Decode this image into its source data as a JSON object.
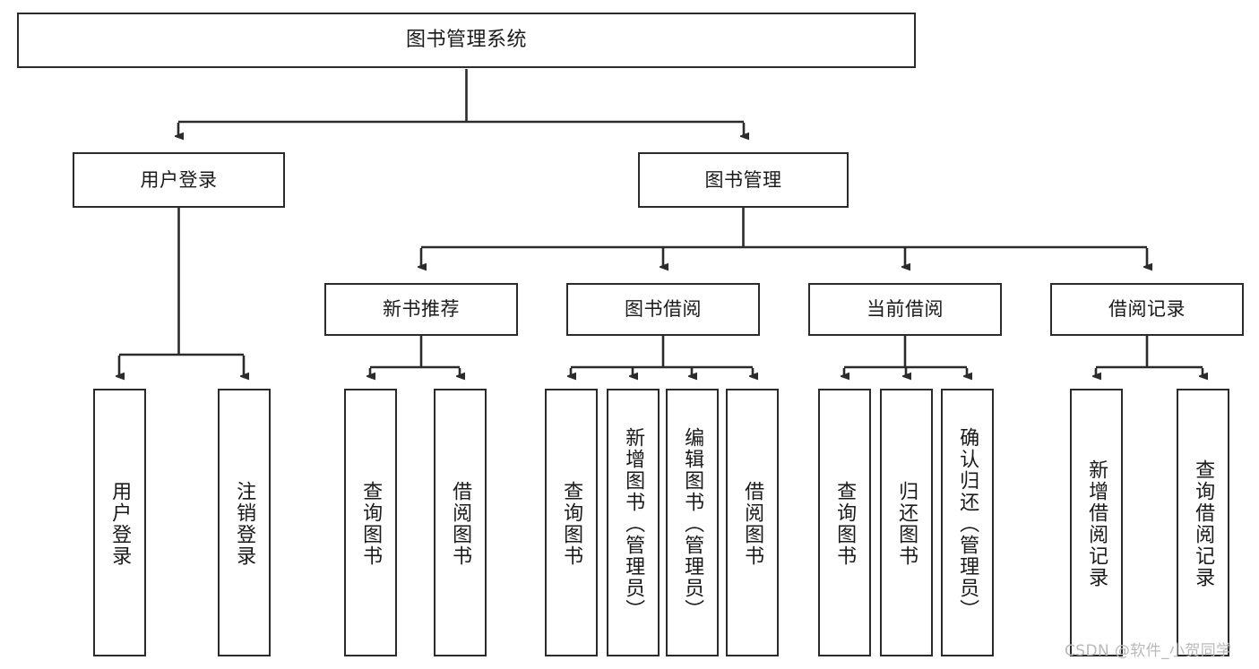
{
  "diagram": {
    "title": "图书管理系统",
    "type": "hierarchy-tree",
    "watermark": "CSDN @软件_小贺同学",
    "colors": {
      "box_border": "#2b2b2b",
      "box_fill": "#ffffff",
      "connector": "#2b2b2b",
      "text": "#1a1a1a",
      "watermark": "#b9b9b9"
    },
    "root": {
      "label": "图书管理系统"
    },
    "level2": [
      {
        "label": "用户登录"
      },
      {
        "label": "图书管理"
      }
    ],
    "level3": [
      {
        "label": "新书推荐"
      },
      {
        "label": "图书借阅"
      },
      {
        "label": "当前借阅"
      },
      {
        "label": "借阅记录"
      }
    ],
    "leaves": {
      "user_login": [
        {
          "label": "用户登录"
        },
        {
          "label": "注销登录"
        }
      ],
      "new_book": [
        {
          "label": "查询图书"
        },
        {
          "label": "借阅图书"
        }
      ],
      "book_borrow": [
        {
          "label": "查询图书"
        },
        {
          "label": "新增图书（管理员）"
        },
        {
          "label": "编辑图书（管理员）"
        },
        {
          "label": "借阅图书"
        }
      ],
      "current_borrow": [
        {
          "label": "查询图书"
        },
        {
          "label": "归还图书"
        },
        {
          "label": "确认归还（管理员）"
        }
      ],
      "borrow_record": [
        {
          "label": "新增借阅记录"
        },
        {
          "label": "查询借阅记录"
        }
      ]
    }
  }
}
